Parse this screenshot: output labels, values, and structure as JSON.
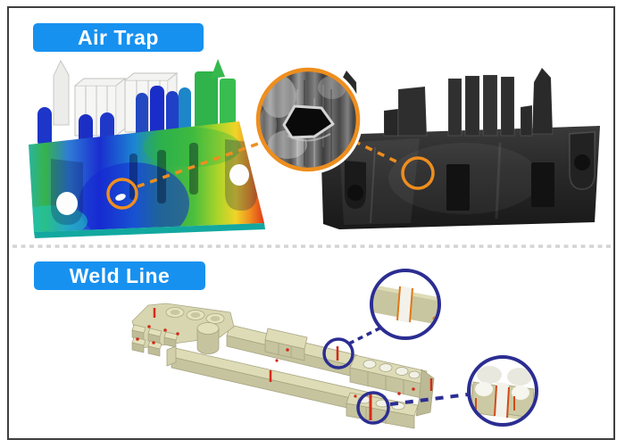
{
  "labels": {
    "air_trap": "Air Trap",
    "weld_line": "Weld Line"
  },
  "colors": {
    "label_bg": "#1791F0",
    "label_text": "#FFFFFF",
    "airtrap_callout": "#EE8E1E",
    "weldline_callout": "#2B2D92",
    "weld_mark": "#D22B1A",
    "frame_border": "#3F3F3F",
    "divider_dash": "#D4D4D4",
    "sim_colormap": [
      "#1A2ED0",
      "#17B8C8",
      "#35B34A",
      "#F0D428",
      "#F08C1E",
      "#E03818"
    ],
    "model_beige": "#D8D6B0",
    "photo_black": "#262626"
  },
  "callouts": {
    "air_trap": [
      "simulation-defect-circle",
      "magnified-photo-inset",
      "photo-defect-circle"
    ],
    "weld_line": [
      "top-rail-circle",
      "corner-circle",
      "top-rail-inset",
      "corner-inset"
    ]
  }
}
